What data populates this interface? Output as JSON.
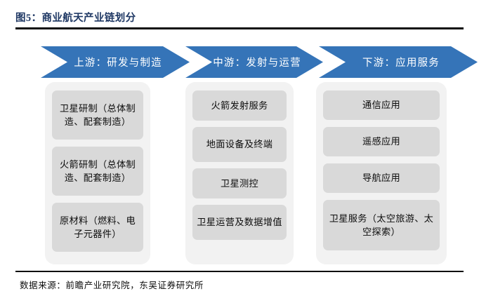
{
  "figure": {
    "title": "图5：商业航天产业链划分",
    "source_note": "数据来源：前瞻产业研究院，东吴证券研究所"
  },
  "colors": {
    "arrow_blue": "#3574B8",
    "title_navy": "#1F3864",
    "column_bg": "#F2F2F2",
    "node_bg": "#D9D9D9",
    "rule_black": "#0D0D0D",
    "page_bg": "#FFFFFF"
  },
  "stages": [
    {
      "header": "上游：研发与制造",
      "nodes": [
        "卫星研制（总体制造、配套制造）",
        "火箭研制（总体制造、配套制造）",
        "原材料（燃料、电子元器件）"
      ]
    },
    {
      "header": "中游：发射与运营",
      "nodes": [
        "火箭发射服务",
        "地面设备及终端",
        "卫星测控",
        "卫星运营及数据增值"
      ]
    },
    {
      "header": "下游：应用服务",
      "nodes": [
        "通信应用",
        "遥感应用",
        "导航应用",
        "卫星服务（太空旅游、太空探索）"
      ]
    }
  ]
}
